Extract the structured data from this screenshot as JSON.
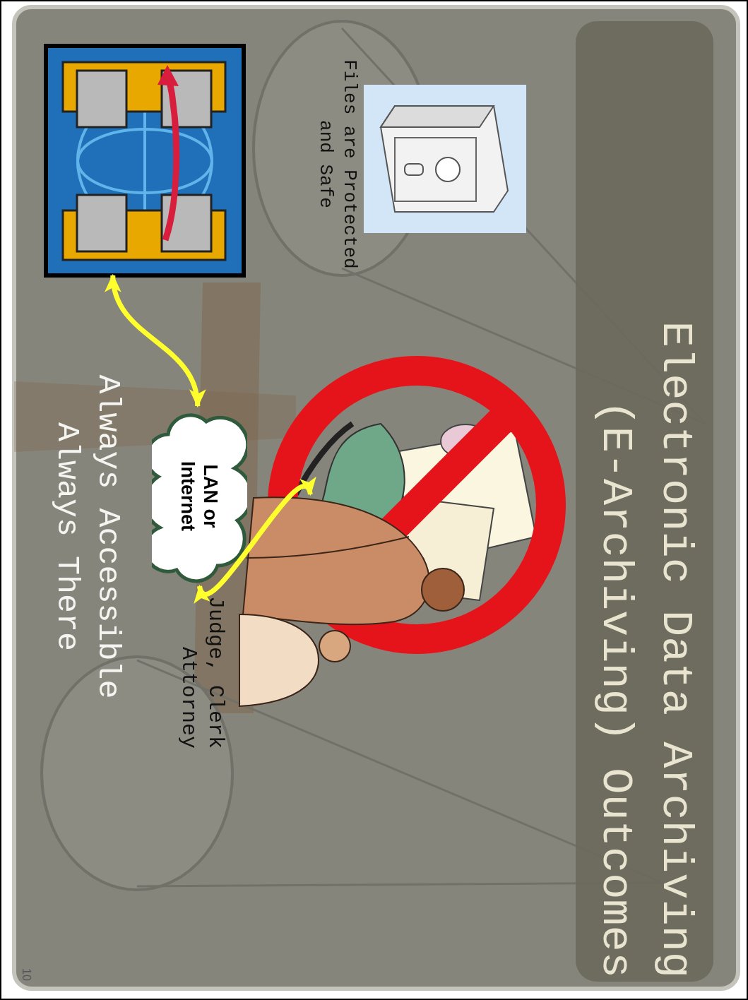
{
  "diagram": {
    "title": "Electronic Data Archiving (E-Archiving) Outcomes",
    "nodes": [
      {
        "text": [
          "Files are Protected and Safe"
        ]
      },
      {
        "text": [
          "LAN or Internet"
        ]
      },
      {
        "text": [
          "Judge, Clerk Attorney"
        ]
      }
    ],
    "edges": [
      {
        "from": 0,
        "to": 1,
        "arrow": "both"
      },
      {
        "from": 1,
        "to": 2,
        "arrow": "both"
      }
    ],
    "labels": [
      "Always Accessible Always There",
      "10"
    ]
  }
}
